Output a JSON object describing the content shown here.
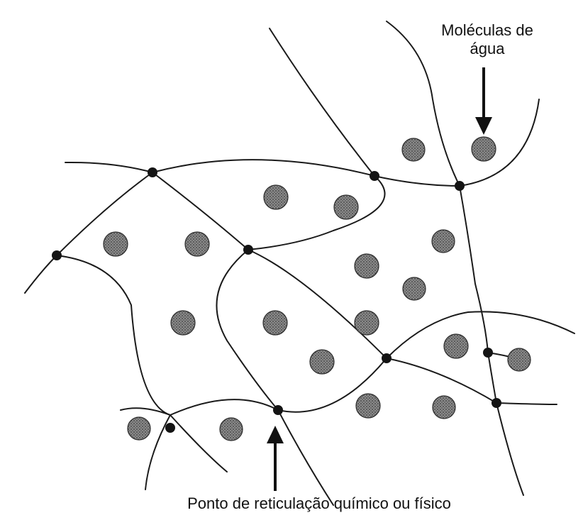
{
  "labels": {
    "water_line1": "Moléculas de",
    "water_line2": "água",
    "crosslink": "Ponto de reticulação químico ou físico"
  },
  "colors": {
    "line": "#1a1a1a",
    "molecule_fill": "#7a7a7a",
    "molecule_stroke": "#2a2a2a",
    "node": "#141414",
    "background": "#ffffff"
  },
  "icons": {
    "water_molecule": "grey-dotted-circle",
    "crosslink_point": "black-dot",
    "pointer": "arrow-up-down"
  }
}
